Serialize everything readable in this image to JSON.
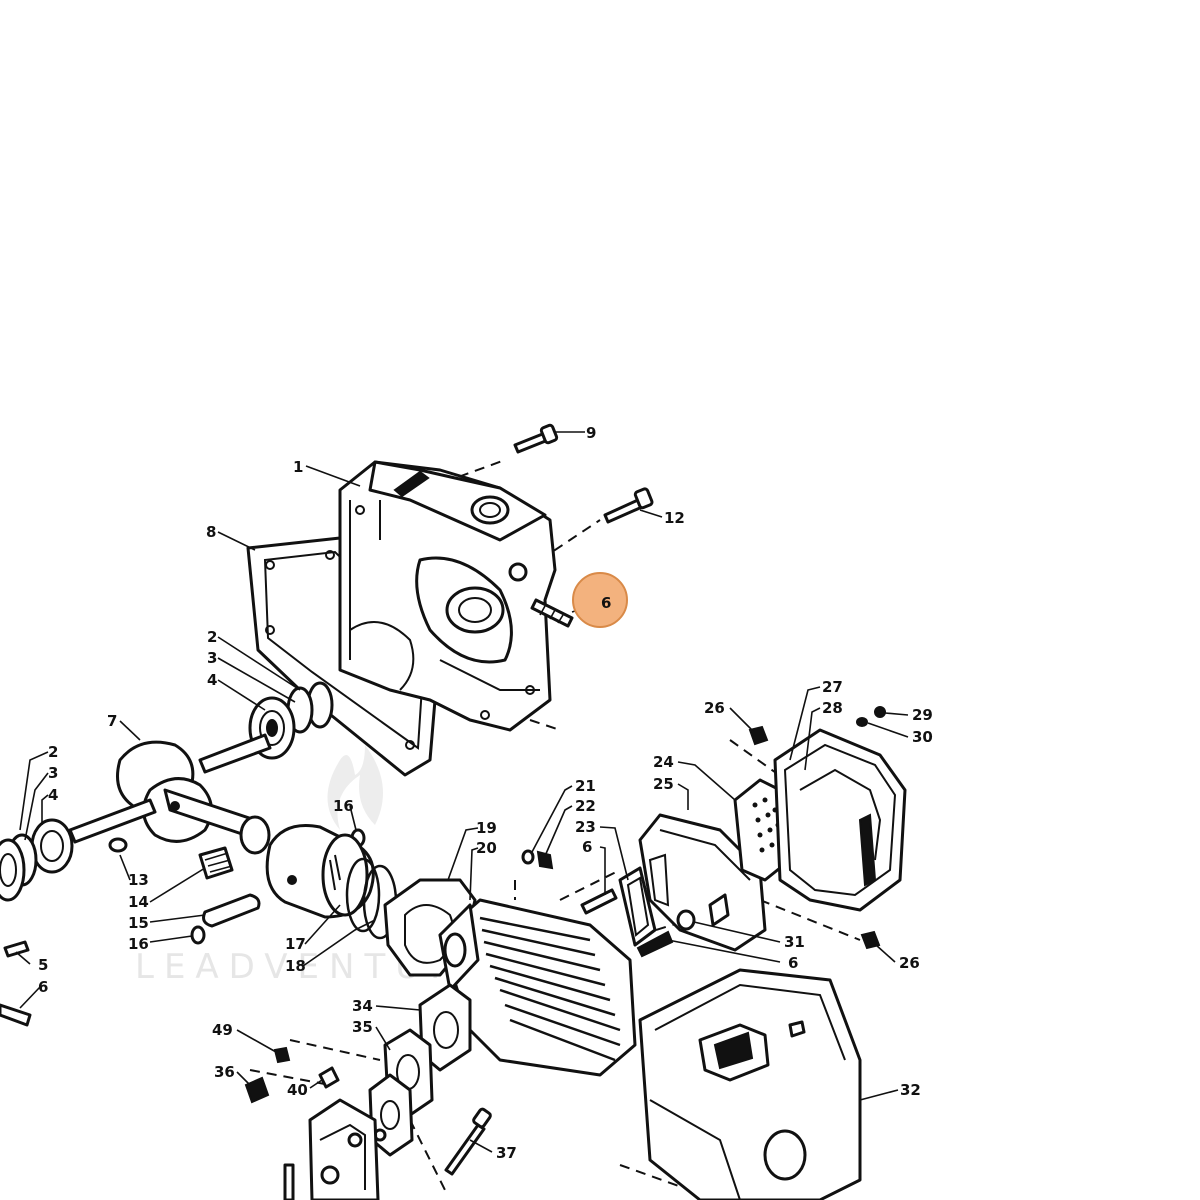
{
  "callouts": [
    {
      "id": "c1",
      "text": "1"
    },
    {
      "id": "c8",
      "text": "8"
    },
    {
      "id": "c9",
      "text": "9"
    },
    {
      "id": "c12",
      "text": "12"
    },
    {
      "id": "c6a",
      "text": "6"
    },
    {
      "id": "c2a",
      "text": "2"
    },
    {
      "id": "c3a",
      "text": "3"
    },
    {
      "id": "c4a",
      "text": "4"
    },
    {
      "id": "c7",
      "text": "7"
    },
    {
      "id": "c2b",
      "text": "2"
    },
    {
      "id": "c3b",
      "text": "3"
    },
    {
      "id": "c4b",
      "text": "4"
    },
    {
      "id": "c16a",
      "text": "16"
    },
    {
      "id": "c13",
      "text": "13"
    },
    {
      "id": "c14",
      "text": "14"
    },
    {
      "id": "c15",
      "text": "15"
    },
    {
      "id": "c16b",
      "text": "16"
    },
    {
      "id": "c5",
      "text": "5"
    },
    {
      "id": "c6b",
      "text": "6"
    },
    {
      "id": "c17",
      "text": "17"
    },
    {
      "id": "c18",
      "text": "18"
    },
    {
      "id": "c19",
      "text": "19"
    },
    {
      "id": "c20",
      "text": "20"
    },
    {
      "id": "c21",
      "text": "21"
    },
    {
      "id": "c22",
      "text": "22"
    },
    {
      "id": "c23",
      "text": "23"
    },
    {
      "id": "c6c",
      "text": "6"
    },
    {
      "id": "c24",
      "text": "24"
    },
    {
      "id": "c25",
      "text": "25"
    },
    {
      "id": "c26a",
      "text": "26"
    },
    {
      "id": "c27",
      "text": "27"
    },
    {
      "id": "c28",
      "text": "28"
    },
    {
      "id": "c29",
      "text": "29"
    },
    {
      "id": "c30",
      "text": "30"
    },
    {
      "id": "c31",
      "text": "31"
    },
    {
      "id": "c6d",
      "text": "6"
    },
    {
      "id": "c26b",
      "text": "26"
    },
    {
      "id": "c32",
      "text": "32"
    },
    {
      "id": "c34",
      "text": "34"
    },
    {
      "id": "c35",
      "text": "35"
    },
    {
      "id": "c49",
      "text": "49"
    },
    {
      "id": "c36",
      "text": "36"
    },
    {
      "id": "c40",
      "text": "40"
    },
    {
      "id": "c37",
      "text": "37"
    }
  ],
  "watermark": "LEADVENTURE",
  "highlight": {
    "part_label": "6",
    "color": "#f3b27e",
    "ring_color": "#d98a48"
  }
}
